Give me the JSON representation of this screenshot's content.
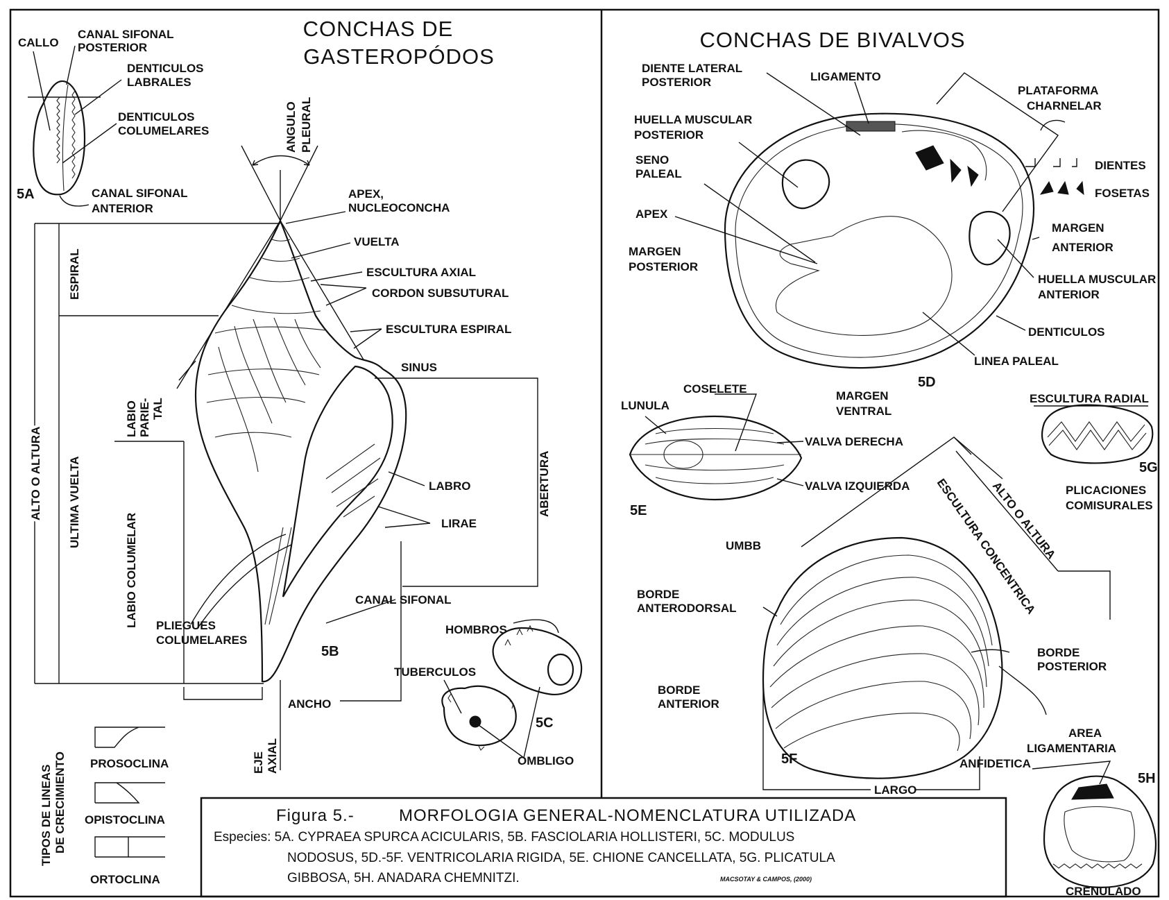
{
  "gastropod_panel": {
    "title_line1": "CONCHAS DE",
    "title_line2": "GASTEROPÓDOS",
    "labels_5a": {
      "callo": "CALLO",
      "canal_sifonal_posterior_1": "CANAL SIFONAL",
      "canal_sifonal_posterior_2": "POSTERIOR",
      "denticulos_labrales_1": "DENTICULOS",
      "denticulos_labrales_2": "LABRALES",
      "denticulos_columelares_1": "DENTICULOS",
      "denticulos_columelares_2": "COLUMELARES",
      "canal_sifonal_anterior_1": "CANAL SIFONAL",
      "canal_sifonal_anterior_2": "ANTERIOR",
      "code": "5A"
    },
    "labels_5b": {
      "angulo_pleural_1": "ANGULO",
      "angulo_pleural_2": "PLEURAL",
      "apex_1": "APEX,",
      "apex_2": "NUCLEOCONCHA",
      "vuelta": "VUELTA",
      "escultura_axial": "ESCULTURA AXIAL",
      "cordon_subsutural": "CORDON SUBSUTURAL",
      "escultura_espiral": "ESCULTURA ESPIRAL",
      "sinus": "SINUS",
      "abertura": "ABERTURA",
      "labro": "LABRO",
      "lirae": "LIRAE",
      "canal_sifonal": "CANAL SIFONAL",
      "pliegues_1": "PLIEGUES",
      "pliegues_2": "COLUMELARES",
      "ancho": "ANCHO",
      "eje_axial_1": "EJE",
      "eje_axial_2": "AXIAL",
      "espiral": "ESPIRAL",
      "alto_o_altura": "ALTO O ALTURA",
      "ultima_vuelta": "ULTIMA VUELTA",
      "labio_parietal_1": "LABIO",
      "labio_parietal_2": "PARIE-",
      "labio_parietal_3": "TAL",
      "labio_columelar": "LABIO COLUMELAR",
      "code": "5B"
    },
    "labels_5c": {
      "hombros": "HOMBROS",
      "tuberculos": "TUBERCULOS",
      "ombligo": "OMBLIGO",
      "code": "5C"
    },
    "growth_lines": {
      "title_1": "TIPOS DE LINEAS",
      "title_2": "DE CRECIMIENTO",
      "prosoclina": "PROSOCLINA",
      "opistoclina": "OPISTOCLINA",
      "ortoclina": "ORTOCLINA"
    }
  },
  "bivalve_panel": {
    "title": "CONCHAS DE BIVALVOS",
    "labels_5d": {
      "diente_lateral_1": "DIENTE LATERAL",
      "diente_lateral_2": "POSTERIOR",
      "ligamento": "LIGAMENTO",
      "plataforma_1": "PLATAFORMA",
      "plataforma_2": "CHARNELAR",
      "huella_posterior_1": "HUELLA MUSCULAR",
      "huella_posterior_2": "POSTERIOR",
      "seno_1": "SENO",
      "seno_2": "PALEAL",
      "dientes": "DIENTES",
      "fosetas": "FOSETAS",
      "apex": "APEX",
      "margen_posterior_1": "MARGEN",
      "margen_posterior_2": "POSTERIOR",
      "margen_anterior_1": "MARGEN",
      "margen_anterior_2": "ANTERIOR",
      "huella_anterior_1": "HUELLA MUSCULAR",
      "huella_anterior_2": "ANTERIOR",
      "denticulos": "DENTICULOS",
      "linea_paleal": "LINEA PALEAL",
      "code": "5D"
    },
    "labels_5e": {
      "coselete": "COSELETE",
      "lunula": "LUNULA",
      "margen_ventral_1": "MARGEN",
      "margen_ventral_2": "VENTRAL",
      "valva_derecha": "VALVA DERECHA",
      "valva_izquierda": "VALVA IZQUIERDA",
      "code": "5E"
    },
    "labels_5g": {
      "escultura_radial": "ESCULTURA RADIAL",
      "plicaciones_1": "PLICACIONES",
      "plicaciones_2": "COMISURALES",
      "code": "5G"
    },
    "labels_5f": {
      "umbb": "UMBB",
      "escultura_concentrica": "ESCULTURA CONCENTRICA",
      "alto_o_altura": "ALTO O ALTURA",
      "borde_anterodorsal_1": "BORDE",
      "borde_anterodorsal_2": "ANTERODORSAL",
      "borde_posterior_1": "BORDE",
      "borde_posterior_2": "POSTERIOR",
      "borde_anterior_1": "BORDE",
      "borde_anterior_2": "ANTERIOR",
      "largo": "LARGO",
      "anfidetica": "ANFIDETICA",
      "code": "5F"
    },
    "labels_5h": {
      "area_1": "AREA",
      "area_2": "LIGAMENTARIA",
      "crenulado": "CRENULADO",
      "code": "5H"
    }
  },
  "caption": {
    "figure_label": "Figura 5.-",
    "heading": "MORFOLOGIA GENERAL-NOMENCLATURA UTILIZADA",
    "species_line1": "Especies: 5A. CYPRAEA SPURCA ACICULARIS, 5B. FASCIOLARIA HOLLISTERI, 5C. MODULUS",
    "species_line2": "NODOSUS, 5D.-5F. VENTRICOLARIA RIGIDA, 5E. CHIONE CANCELLATA, 5G. PLICATULA",
    "species_line3": "GIBBOSA, 5H. ANADARA CHEMNITZI.",
    "credit": "MACSOTAY & CAMPOS, (2000)"
  }
}
